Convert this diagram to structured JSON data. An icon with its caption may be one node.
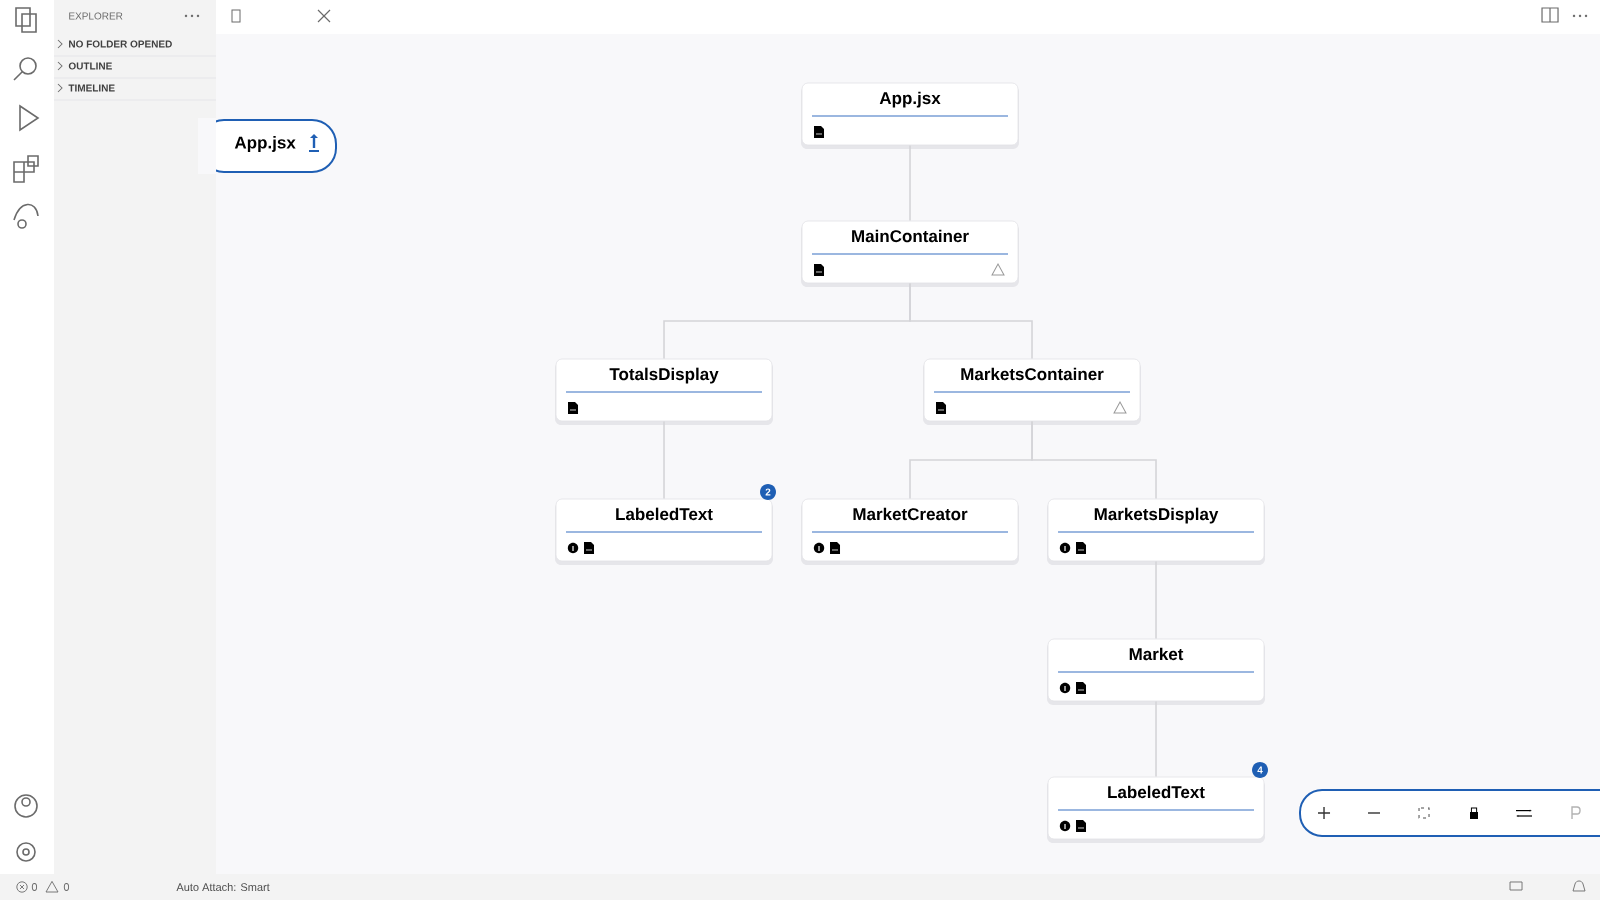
{
  "diagram": {
    "nodes": [
      {
        "text": [
          "App.jsx"
        ]
      },
      {
        "text": [
          "MainContainer"
        ]
      },
      {
        "text": [
          "TotalsDisplay"
        ]
      },
      {
        "text": [
          "MarketsContainer"
        ]
      },
      {
        "text": [
          "LabeledText"
        ],
        "beside": [
          "2"
        ]
      },
      {
        "text": [
          "MarketCreator"
        ]
      },
      {
        "text": [
          "MarketsDisplay"
        ]
      },
      {
        "text": [
          "Market"
        ]
      },
      {
        "text": [
          "LabeledText"
        ],
        "beside": [
          "4"
        ]
      }
    ],
    "edges": [
      {
        "from": 0,
        "to": 1,
        "arrow": "none"
      },
      {
        "from": 1,
        "to": 2,
        "arrow": "none"
      },
      {
        "from": 1,
        "to": 3,
        "arrow": "none"
      },
      {
        "from": 2,
        "to": 4,
        "arrow": "none"
      },
      {
        "from": 3,
        "to": 5,
        "arrow": "none"
      },
      {
        "from": 3,
        "to": 6,
        "arrow": "none"
      },
      {
        "from": 6,
        "to": 7,
        "arrow": "none"
      },
      {
        "from": 7,
        "to": 8,
        "arrow": "none"
      }
    ],
    "labels": [
      "EXPLORER",
      "NO FOLDER OPENED",
      "OUTLINE",
      "TIMELINE",
      "App.jsx",
      "0",
      "0",
      "Auto Attach: Smart"
    ]
  }
}
